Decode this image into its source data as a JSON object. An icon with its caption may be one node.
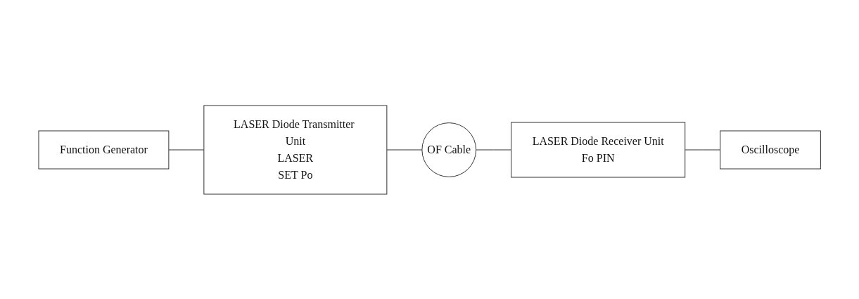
{
  "diagram": {
    "nodes": [
      {
        "text": [
          "LASER Diode Transmitter Unit",
          "LASER",
          "SET Po"
        ]
      },
      {
        "text": [
          "OF Cable"
        ]
      },
      {
        "text": [
          "LASER Diode Receiver Unit",
          "Fo PIN"
        ]
      },
      {
        "text": [
          "Function Generator"
        ]
      },
      {
        "text": [
          "Oscilloscope"
        ]
      }
    ],
    "edges": [
      {
        "from": 3,
        "to": 0,
        "arrow": "none"
      },
      {
        "from": 0,
        "to": 1,
        "arrow": "none"
      },
      {
        "from": 1,
        "to": 2,
        "arrow": "none"
      },
      {
        "from": 2,
        "to": 4,
        "arrow": "none"
      }
    ]
  }
}
